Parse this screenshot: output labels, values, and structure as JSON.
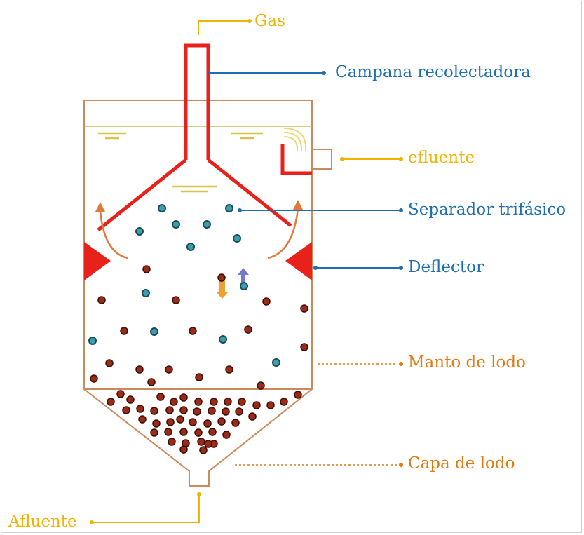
{
  "labels": {
    "gas": "Gas",
    "campana": "Campana recolectadora",
    "efluente": "efluente",
    "separador": "Separador trifásico",
    "deflector": "Deflector",
    "manto": "Manto de lodo",
    "capa": "Capa de lodo",
    "afluente": "Afluente"
  },
  "colors": {
    "blue": "#1f6fb0",
    "yellow": "#f0b400",
    "orange": "#e07a12",
    "red": "#e8211b",
    "tank": "#c98a5c",
    "sludge": "#9b2a16",
    "bubble": "#3aa0b0"
  }
}
